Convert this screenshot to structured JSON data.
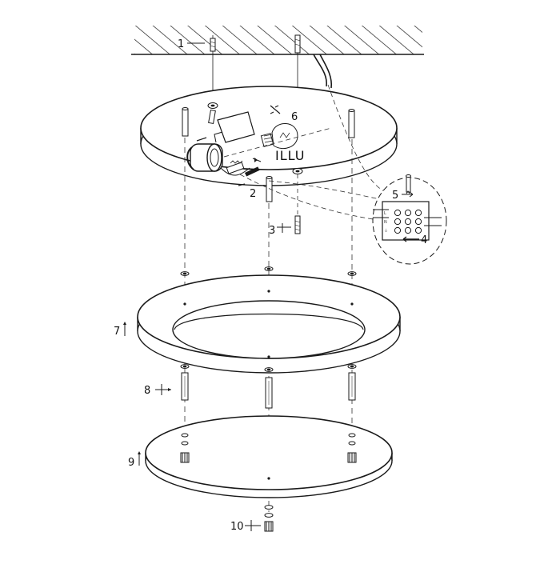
{
  "diagram": {
    "illu_label": "ILLU",
    "parts": [
      {
        "number": "1"
      },
      {
        "number": "2"
      },
      {
        "number": "3"
      },
      {
        "number": "4"
      },
      {
        "number": "5"
      },
      {
        "number": "6"
      },
      {
        "number": "7"
      },
      {
        "number": "8"
      },
      {
        "number": "9"
      },
      {
        "number": "10"
      }
    ],
    "terminal_labels": [
      "L",
      "N",
      "⏚"
    ],
    "colors": {
      "line": "#1a1a1a",
      "dash": "#333333",
      "paper": "#ffffff"
    },
    "icons": [
      "screwdriver-icon",
      "bulb-icon",
      "terminal-block-icon",
      "hatched-ceiling-icon"
    ]
  }
}
